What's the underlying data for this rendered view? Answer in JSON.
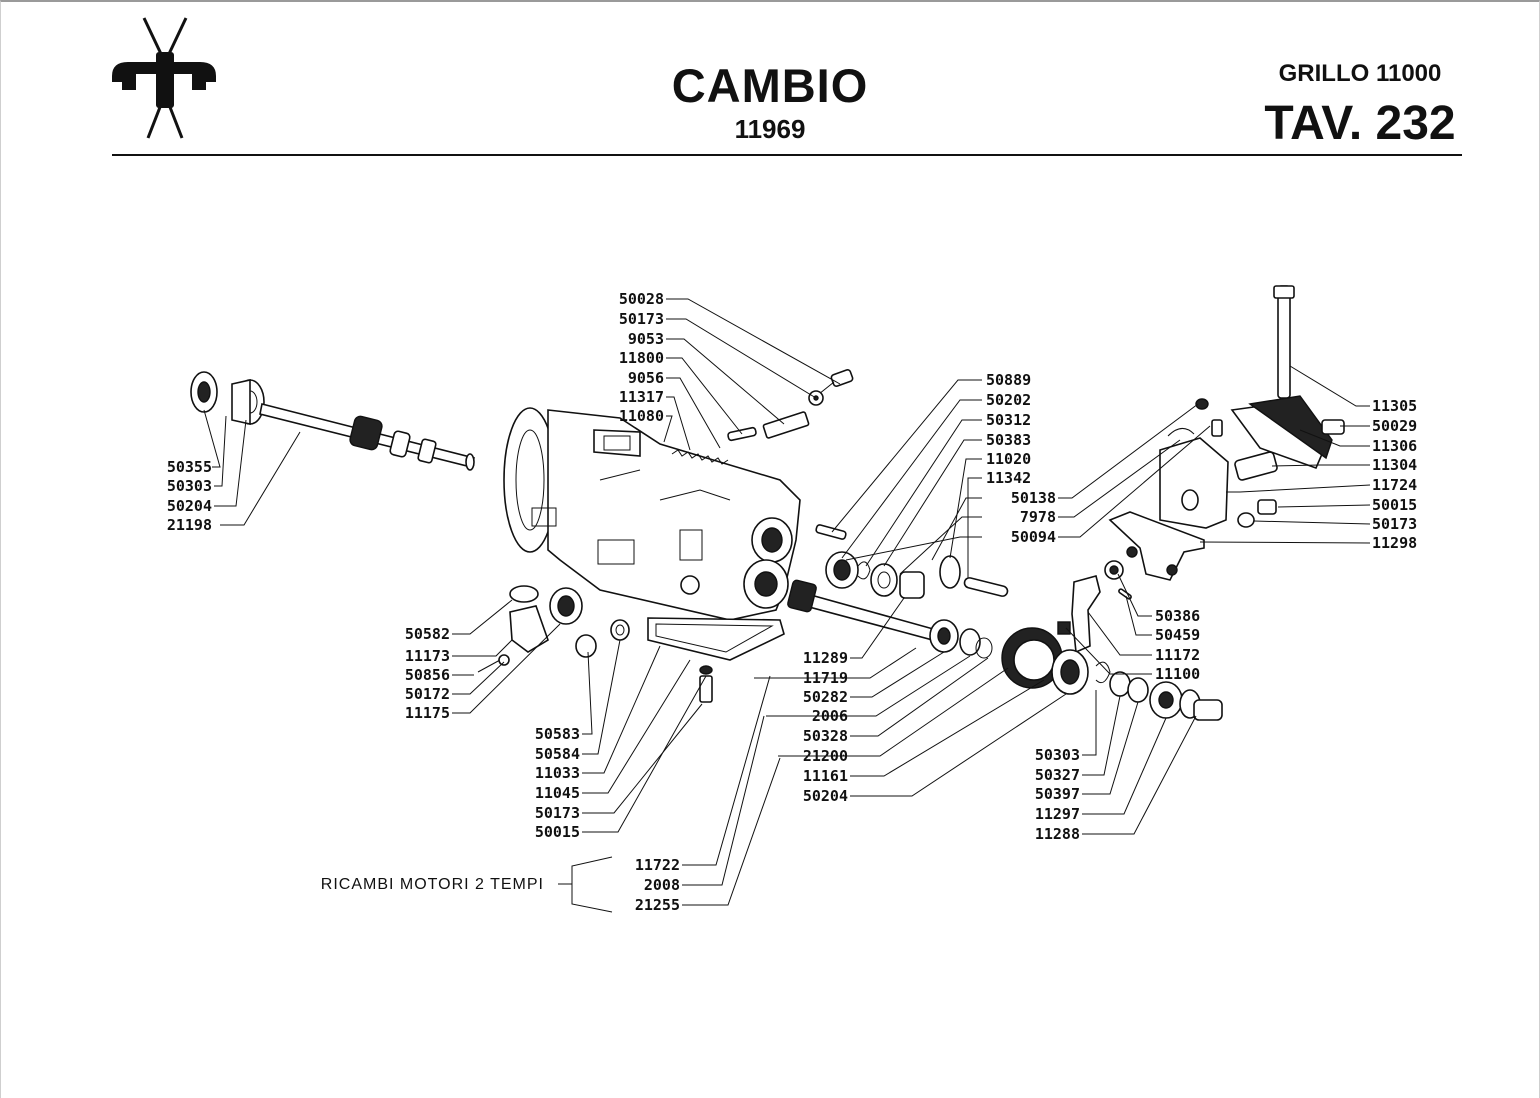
{
  "header": {
    "title": "CAMBIO",
    "code": "11969",
    "model": "GRILLO 11000",
    "table": "TAV. 232"
  },
  "logo": {
    "icon": "cricket-logo-icon"
  },
  "note": {
    "text": "RICAMBI MOTORI  2 TEMPI"
  },
  "labels": {
    "top_stack": [
      "50028",
      "50173",
      "9053",
      "11800",
      "9056",
      "11317",
      "11080"
    ],
    "left_shaft": [
      "50355",
      "50303",
      "50204",
      "21198"
    ],
    "center_stack": [
      "50889",
      "50202",
      "50312",
      "50383",
      "11020",
      "11342",
      "50138",
      "7978",
      "50094"
    ],
    "right_stack": [
      "11305",
      "50029",
      "11306",
      "11304",
      "11724",
      "50015",
      "50173",
      "11298"
    ],
    "right_mid": [
      "50386",
      "50459",
      "11172",
      "11100"
    ],
    "left_lower": [
      "50582",
      "11173",
      "50856",
      "50172",
      "11175"
    ],
    "bottom_left": [
      "50583",
      "50584",
      "11033",
      "11045",
      "50173",
      "50015"
    ],
    "bottom_center": [
      "11289",
      "11719",
      "50282",
      "2006",
      "50328",
      "21200",
      "11161",
      "50204"
    ],
    "bottom_right": [
      "50303",
      "50327",
      "50397",
      "11297",
      "11288"
    ],
    "kit": [
      "11722",
      "2008",
      "21255"
    ]
  }
}
